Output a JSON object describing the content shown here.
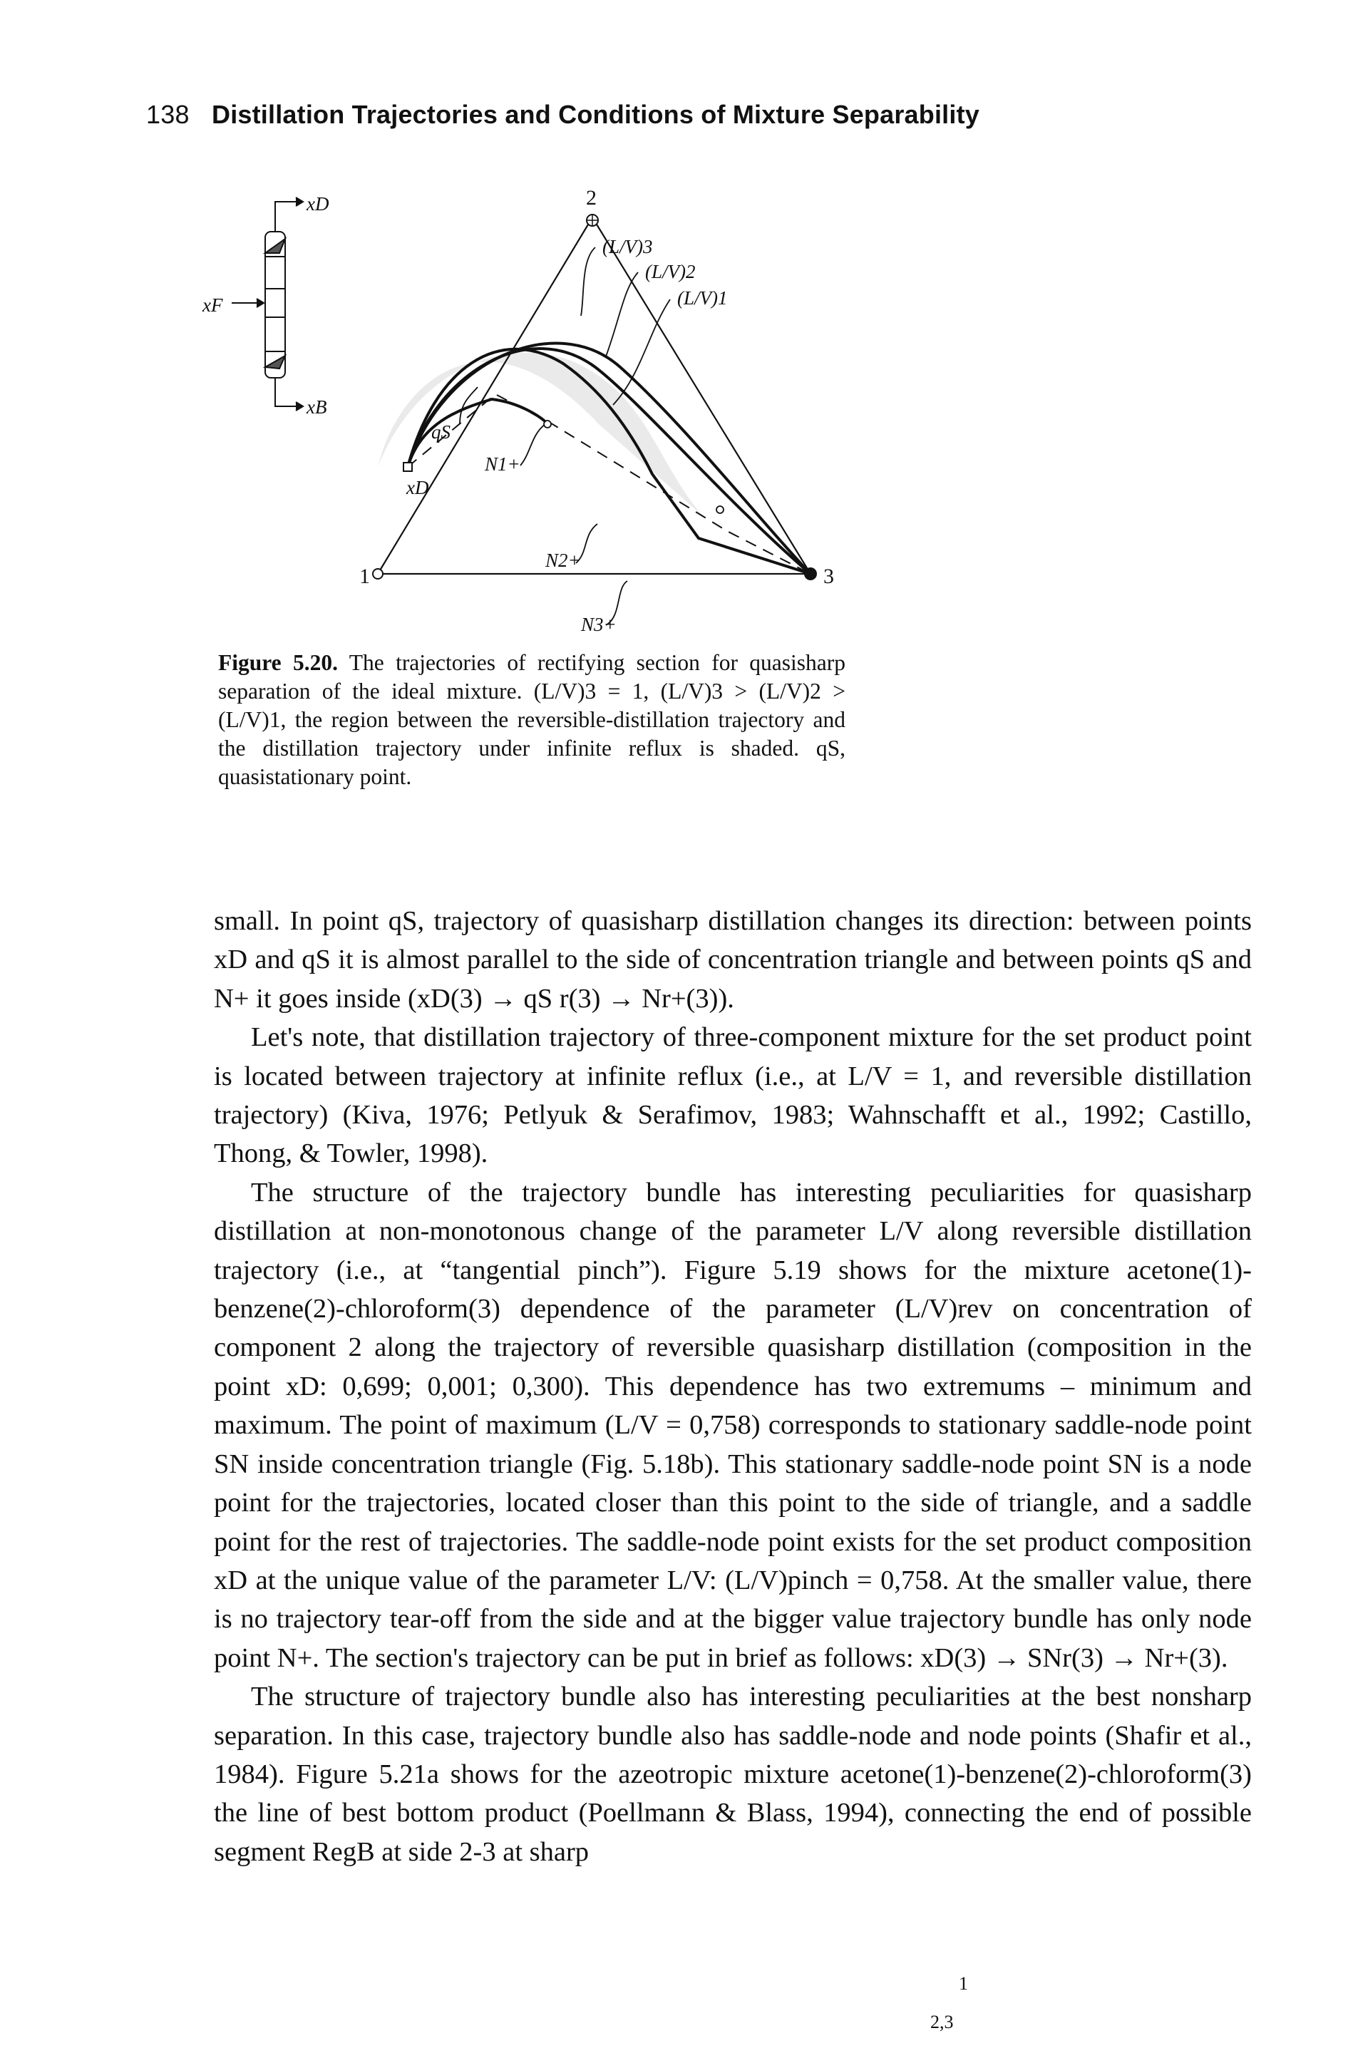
{
  "header": {
    "page_number": "138",
    "title": "Distillation Trajectories and Conditions of Mixture Separability"
  },
  "figure": {
    "labels": {
      "vertex_1": "1",
      "vertex_2": "2",
      "vertex_3": "3",
      "xD_column": "xD",
      "xF": "xF",
      "xB": "xB",
      "xD_point": "xD",
      "qS": "qS",
      "N1": "N1+",
      "N2": "N2+",
      "N3": "N3+",
      "LV3": "(L/V)3",
      "LV2": "(L/V)2",
      "LV1": "(L/V)1"
    },
    "caption_label": "Figure 5.20.",
    "caption_text": "The trajectories of rectifying section for quasisharp separation of the ideal mixture. (L/V)3 = 1, (L/V)3 > (L/V)2 > (L/V)1, the region between the reversible-distillation trajectory and the distillation trajectory under infinite reflux is shaded. qS, quasistationary point."
  },
  "body": {
    "para1": "small. In point qS, trajectory of quasisharp distillation changes its direction: between points xD and qS it is almost parallel to the side of concentration triangle and between points qS and N+ it goes inside (xD(3) → qS r(3) → Nr+(3)).",
    "para2": "Let's note, that distillation trajectory of three-component mixture for the set product point is located between trajectory at infinite reflux (i.e., at L/V = 1, and reversible distillation trajectory) (Kiva, 1976; Petlyuk & Serafimov, 1983; Wahnschafft et al., 1992; Castillo, Thong, & Towler, 1998).",
    "para3": "The structure of the trajectory bundle has interesting peculiarities for quasisharp distillation at non-monotonous change of the parameter L/V along reversible distillation trajectory (i.e., at “tangential pinch”). Figure 5.19 shows for the mixture acetone(1)-benzene(2)-chloroform(3) dependence of the parameter (L/V)rev on concentration of component 2 along the trajectory of reversible quasisharp distillation (composition in the point xD: 0,699; 0,001; 0,300). This dependence has two extremums – minimum and maximum. The point of maximum (L/V = 0,758) corresponds to stationary saddle-node point SN inside concentration triangle (Fig. 5.18b). This stationary saddle-node point SN is a node point for the trajectories, located closer than this point to the side of triangle, and a saddle point for the rest of trajectories. The saddle-node point exists for the set product composition xD at the unique value of the parameter L/V: (L/V)pinch = 0,758. At the smaller value, there is no trajectory tear-off from the side and at the bigger value trajectory bundle has only node point N+. The section's trajectory can be put in brief as follows: xD(3) → SNr(3) → Nr+(3).",
    "para4": "The structure of trajectory bundle also has interesting peculiarities at the best nonsharp separation. In this case, trajectory bundle also has saddle-node and node points (Shafir et al., 1984). Figure 5.21a shows for the azeotropic mixture acetone(1)-benzene(2)-chloroform(3) the line of best bottom product (Poellmann & Blass, 1994), connecting the end of possible segment RegB at side 2-3 at sharp",
    "footnote_1": "1",
    "footnote_2": "2,3"
  }
}
